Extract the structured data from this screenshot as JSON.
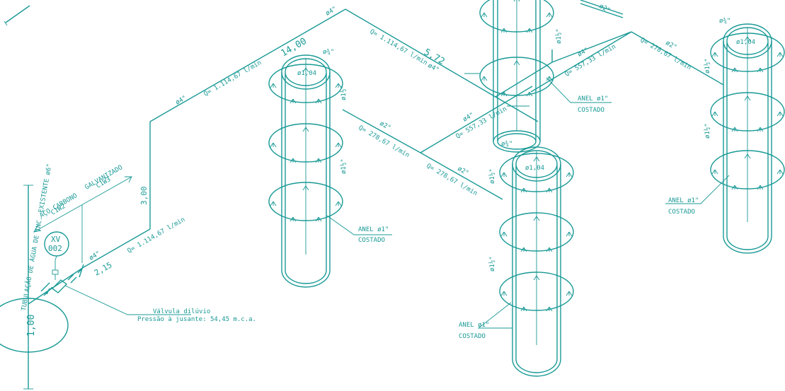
{
  "colors": {
    "line": "#1a9a96",
    "background": "#ffffff"
  },
  "pipe_labels": {
    "dia4_a": "ø4\"",
    "dia4_b": "ø4\"",
    "dia4_c": "ø4\"",
    "dia4_d": "ø4\"",
    "dia4_e": "ø4\"",
    "dia4_f": "ø4\"",
    "dia2_a": "ø2\"",
    "dia2_b": "ø2\"",
    "dia2_c": "ø2\"",
    "dia2_d": "ø2\"",
    "dia34_a": "ø¾\"",
    "dia34_b": "ø¾\"",
    "dia34_c": "ø¾\""
  },
  "flows": {
    "q_main_bottom": "Q= 1.114,67 l/min",
    "q_main_left": "Q= 1.114,67 l/min",
    "q_main_top": "Q= 1.114,67 l/min",
    "q_557_a": "Q= 557,33 l/min",
    "q_557_b": "Q= 557,33 l/min",
    "q_278_a": "Q= 278,67 l/min",
    "q_278_b": "Q= 278,67 l/min",
    "q_278_c": "Q= 278,67 l/min"
  },
  "dimensions": {
    "d_215": "2,15",
    "d_300": "3,00",
    "d_1400": "14,00",
    "d_572": "5,72",
    "d_100": "1,00"
  },
  "tank_labels": {
    "dia112": "ø1½\"",
    "dia104": "ø1,04"
  },
  "rings": {
    "anel": "ANEL ø1\"",
    "costado": "COSTADO"
  },
  "valve": {
    "tag_top": "XV",
    "tag_bottom": "002",
    "title": "Válvula dilúvio",
    "pressure": "Pressão à jusante: 54,45 m.c.a."
  },
  "materials": {
    "carbon": "AÇO CARBONO",
    "carbon_code": "C1W2",
    "galv": "GALVANIZADO",
    "galv_code": "C1W3"
  },
  "supply": "TUBULAÇÃO DE ÁGUA DE INC. EXISTENTE ø6\""
}
